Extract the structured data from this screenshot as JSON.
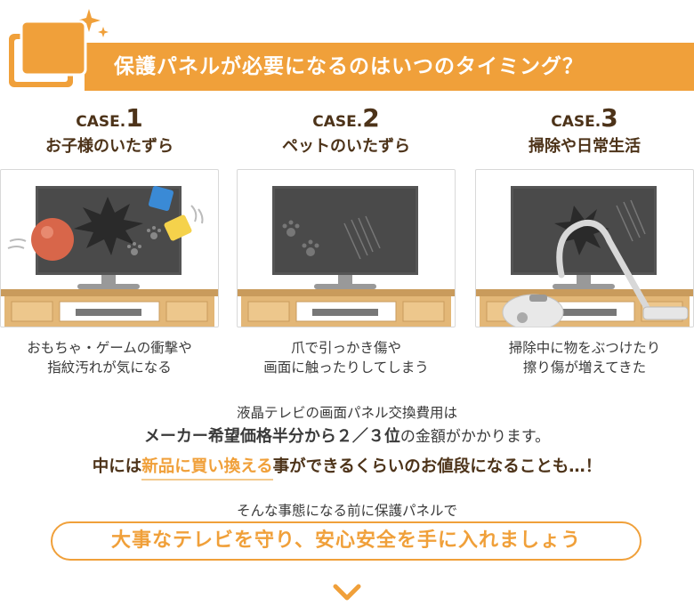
{
  "header": {
    "title": "保護パネルが必要になるのはいつのタイミング？"
  },
  "colors": {
    "accent": "#f0a03a",
    "brown": "#4d3319",
    "tv_screen": "#4a4a4a",
    "cabinet": "#e3b777"
  },
  "cases": [
    {
      "prefix": "CASE.",
      "number": "1",
      "title": "お子様のいたずら",
      "caption_line1": "おもちゃ・ゲームの衝撃や",
      "caption_line2": "指紋汚れが気になる"
    },
    {
      "prefix": "CASE.",
      "number": "2",
      "title": "ペットのいたずら",
      "caption_line1": "爪で引っかき傷や",
      "caption_line2": "画面に触ったりしてしまう"
    },
    {
      "prefix": "CASE.",
      "number": "3",
      "title": "掃除や日常生活",
      "caption_line1": "掃除中に物をぶつけたり",
      "caption_line2": "擦り傷が増えてきた"
    }
  ],
  "body": {
    "line1": "液晶テレビの画面パネル交換費用は",
    "line2_bold": "メーカー希望価格半分から２／３位",
    "line2_rest": "の金額がかかります。",
    "line3_pre": "中には",
    "line3_highlight": "新品に買い換える",
    "line3_post": "事ができるくらいのお値段になることも…！",
    "line4": "そんな事態になる前に保護パネルで",
    "cta": "大事なテレビを守り、安心安全を手に入れましょう"
  }
}
